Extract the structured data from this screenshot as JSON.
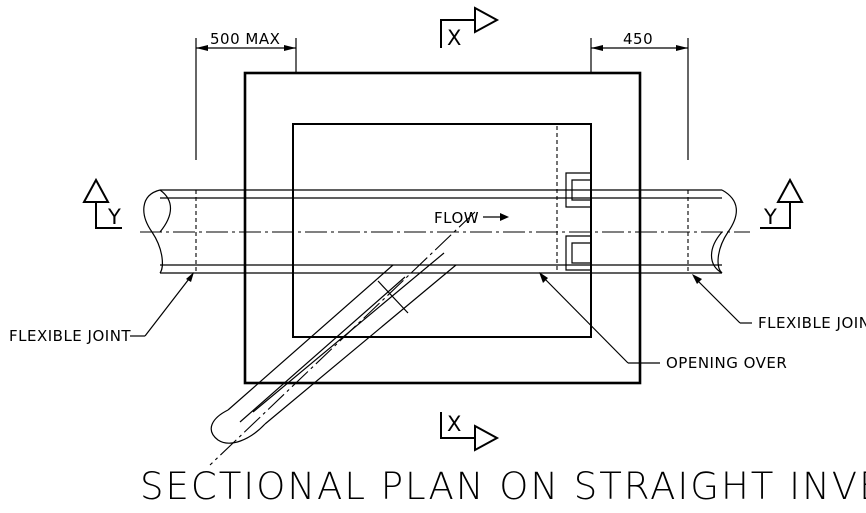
{
  "drawing": {
    "title": "SECTIONAL PLAN ON STRAIGHT INVERT",
    "dimensions": {
      "left": "500 MAX",
      "right": "450"
    },
    "labels": {
      "flow": "FLOW",
      "flexible_joint_left": "FLEXIBLE JOINT",
      "flexible_joint_right": "FLEXIBLE JOINT",
      "opening_over": "OPENING OVER"
    },
    "section_markers": {
      "top": "X",
      "bottom": "X",
      "left": "Y",
      "right": "Y"
    },
    "colors": {
      "line": "#000000",
      "background": "#ffffff"
    }
  }
}
